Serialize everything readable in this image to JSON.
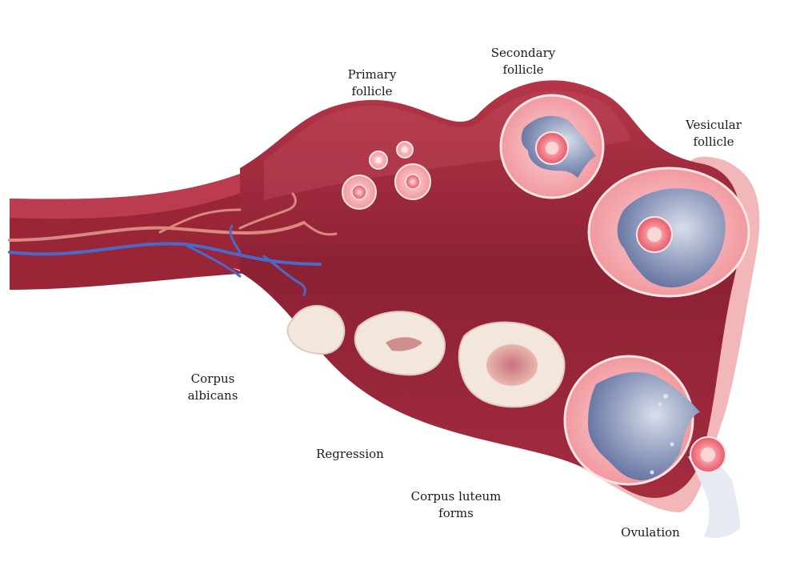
{
  "labels": {
    "primary_follicle": [
      "Primary",
      "follicle"
    ],
    "secondary_follicle": [
      "Secondary",
      "follicle"
    ],
    "vesicular_follicle": [
      "Vesicular",
      "follicle"
    ],
    "corpus_albicans": [
      "Corpus",
      "albicans"
    ],
    "regression": "Regression",
    "corpus_luteum_forms": [
      "Corpus luteum",
      "forms"
    ],
    "ovulation": "Ovulation"
  },
  "colors": {
    "ovary_dark": "#8e2233",
    "ovary_mid": "#b13446",
    "ovary_light": "#e2788a",
    "capsule": "#f2b7b8",
    "follicle_fill": "#f6a9ac",
    "antrum": "#6f7fa6",
    "oocyte": "#ee6a78",
    "corpus": "#f3e6dc",
    "vein": "#4a69c8",
    "artery": "#d9897f"
  }
}
